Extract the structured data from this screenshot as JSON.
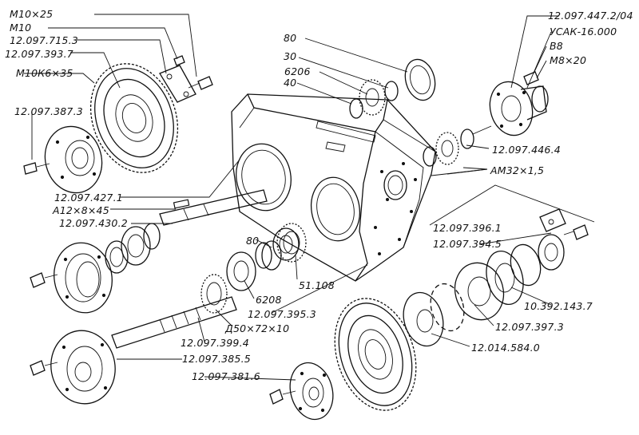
{
  "labels": {
    "m10x25": "M10×25",
    "m10": "M10",
    "p_715_3": "12.097.715.3",
    "p_393_7": "12.097.393.7",
    "m10k6x35": "M10К6×35",
    "p_387_3": "12.097.387.3",
    "p_427_1": "12.097.427.1",
    "a12x8x45": "А12×8×45",
    "p_430_2": "12.097.430.2",
    "n80_top": "80",
    "n30": "30",
    "n6206": "6206",
    "n40": "40",
    "p_447_2_04": "12.097.447.2/04",
    "usak": "УСАК-16.000",
    "b8": "В8",
    "m8x20": "М8×20",
    "p_446_4": "12.097.446.4",
    "am32": "АМ32×1,5",
    "p_396_1": "12.097.396.1",
    "p_394_5": "12.097.394.5",
    "n80_mid": "80",
    "n51108": "51.108",
    "n6208": "6208",
    "p_395_3": "12.097.395.3",
    "d50": "Д50×72×10",
    "p_399_4": "12.097.399.4",
    "p_385_5": "12.097.385.5",
    "p_381_6": "12.097.381.6",
    "p_392_143_7": "10.392.143.7",
    "p_397_3": "12.097.397.3",
    "p_584_0": "12.014.584.0"
  }
}
